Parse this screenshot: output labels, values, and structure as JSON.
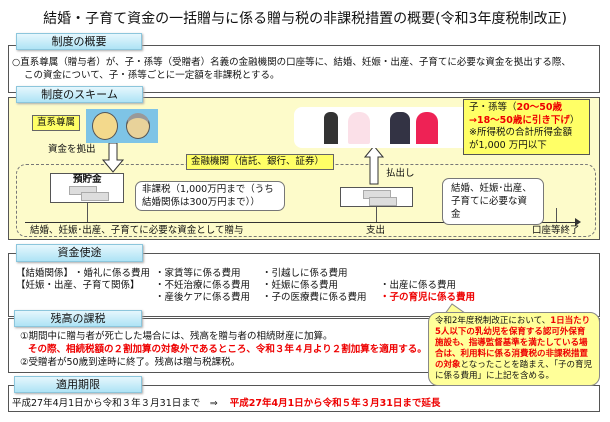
{
  "title": "結婚・子育て資金の一括贈与に係る贈与税の非課税措置の概要(令和3年度税制改正)",
  "overview": {
    "tab": "制度の概要",
    "line1": "○直系尊属（贈与者）が、子・孫等（受贈者）名義の金融機関の口座等に、結婚、妊娠・出産、子育てに必要な資金を拠出する際、",
    "line2": "この資金について、子・孫等ごとに一定額を非課税とする。"
  },
  "scheme": {
    "tab": "制度のスキーム",
    "donor": "直系尊属",
    "contribute": "資金を拠出",
    "institution": "金融機関（信託、銀行、証券）",
    "deposit": "預貯金",
    "tax_free_1": "非課税（1,000万円まで（うち",
    "tax_free_2": "結婚関係は300万円まで））",
    "withdraw": "払出し",
    "needs_1": "結婚、妊娠･出産、",
    "needs_2": "子育てに必要な資金",
    "axis_start": "結婚、妊娠･出産、子育てに必要な資金として贈与",
    "axis_mid": "支出",
    "axis_end": "口座等終了",
    "recipient_1": "子・孫等（",
    "recipient_red1": "20～50歳",
    "recipient_close": "）",
    "recipient_red2": "→18～50歳に引き下げ",
    "recipient_3": "※所得税の合計所得金額",
    "recipient_4": "が1,000 万円以下"
  },
  "uses": {
    "tab": "資金使途",
    "marriage": "【結婚関係】",
    "childcare": "【妊娠・出産、子育て関係】",
    "items": [
      "・婚礼に係る費用",
      "・家賃等に係る費用",
      "・引越しに係る費用",
      "・不妊治療に係る費用",
      "・妊娠に係る費用",
      "・出産に係る費用",
      "・産後ケアに係る費用",
      "・子の医療費に係る費用",
      "・子の育児に係る費用"
    ]
  },
  "balance": {
    "tab": "残高の課税",
    "line1": "①期間中に贈与者が死亡した場合には、残高を贈与者の相続財産に加算。",
    "line2": "その際、相続税額の２割加算の対象外であるところ、令和３年４月より２割加算を適用する。",
    "line3": "②受贈者が50歳到達時に終了。残高は贈与税課税。"
  },
  "period": {
    "tab": "適用期限",
    "old": "平成27年4月1日から令和３年３月31日まで　⇒",
    "new": "平成27年4月1日から令和５年３月31日まで延長"
  },
  "note": {
    "p1": "令和2年度税制改正において、",
    "red": "1日当たり5人以下の乳幼児を保育する認可外保育施設も、指導監督基準を満たしている場合は、利用料に係る消費税の非課税措置の対象",
    "p2": "となったことを踏まえ、「子の育児に係る費用」に上記を含める。"
  }
}
